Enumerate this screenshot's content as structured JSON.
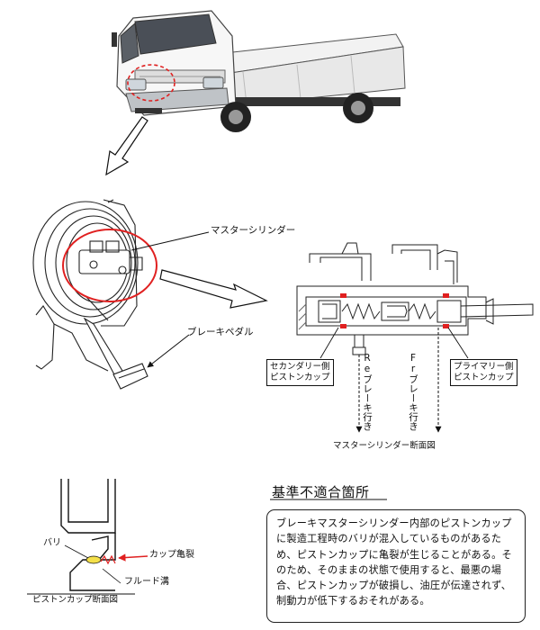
{
  "labels": {
    "master_cylinder": "マスターシリンダー",
    "brake_pedal": "ブレーキペダル",
    "secondary_cup_line1": "セカンダリー側",
    "secondary_cup_line2": "ピストンカップ",
    "primary_cup_line1": "プライマリー側",
    "primary_cup_line2": "ピストンカップ",
    "re_brake": "Reブレーキ行き",
    "fr_brake": "Frブレーキ行き",
    "section_caption": "マスターシリンダー断面図",
    "burr": "バリ",
    "cup_crack": "カップ亀裂",
    "fluid_groove": "フルード溝",
    "cup_section_caption": "ピストンカップ断面図"
  },
  "notice": {
    "heading": "基準不適合箇所",
    "text": "ブレーキマスターシリンダー内部のピストンカップに製造工程時のバリが混入しているものがあるため、ピストンカップに亀裂が生じることがある。そのため、そのままの状態で使用すると、最悪の場合、ピストンカップが破損し、油圧が伝達されず、制動力が低下するおそれがある。"
  },
  "colors": {
    "highlight_red": "#e02020",
    "burr_yellow": "#f4e04a"
  }
}
